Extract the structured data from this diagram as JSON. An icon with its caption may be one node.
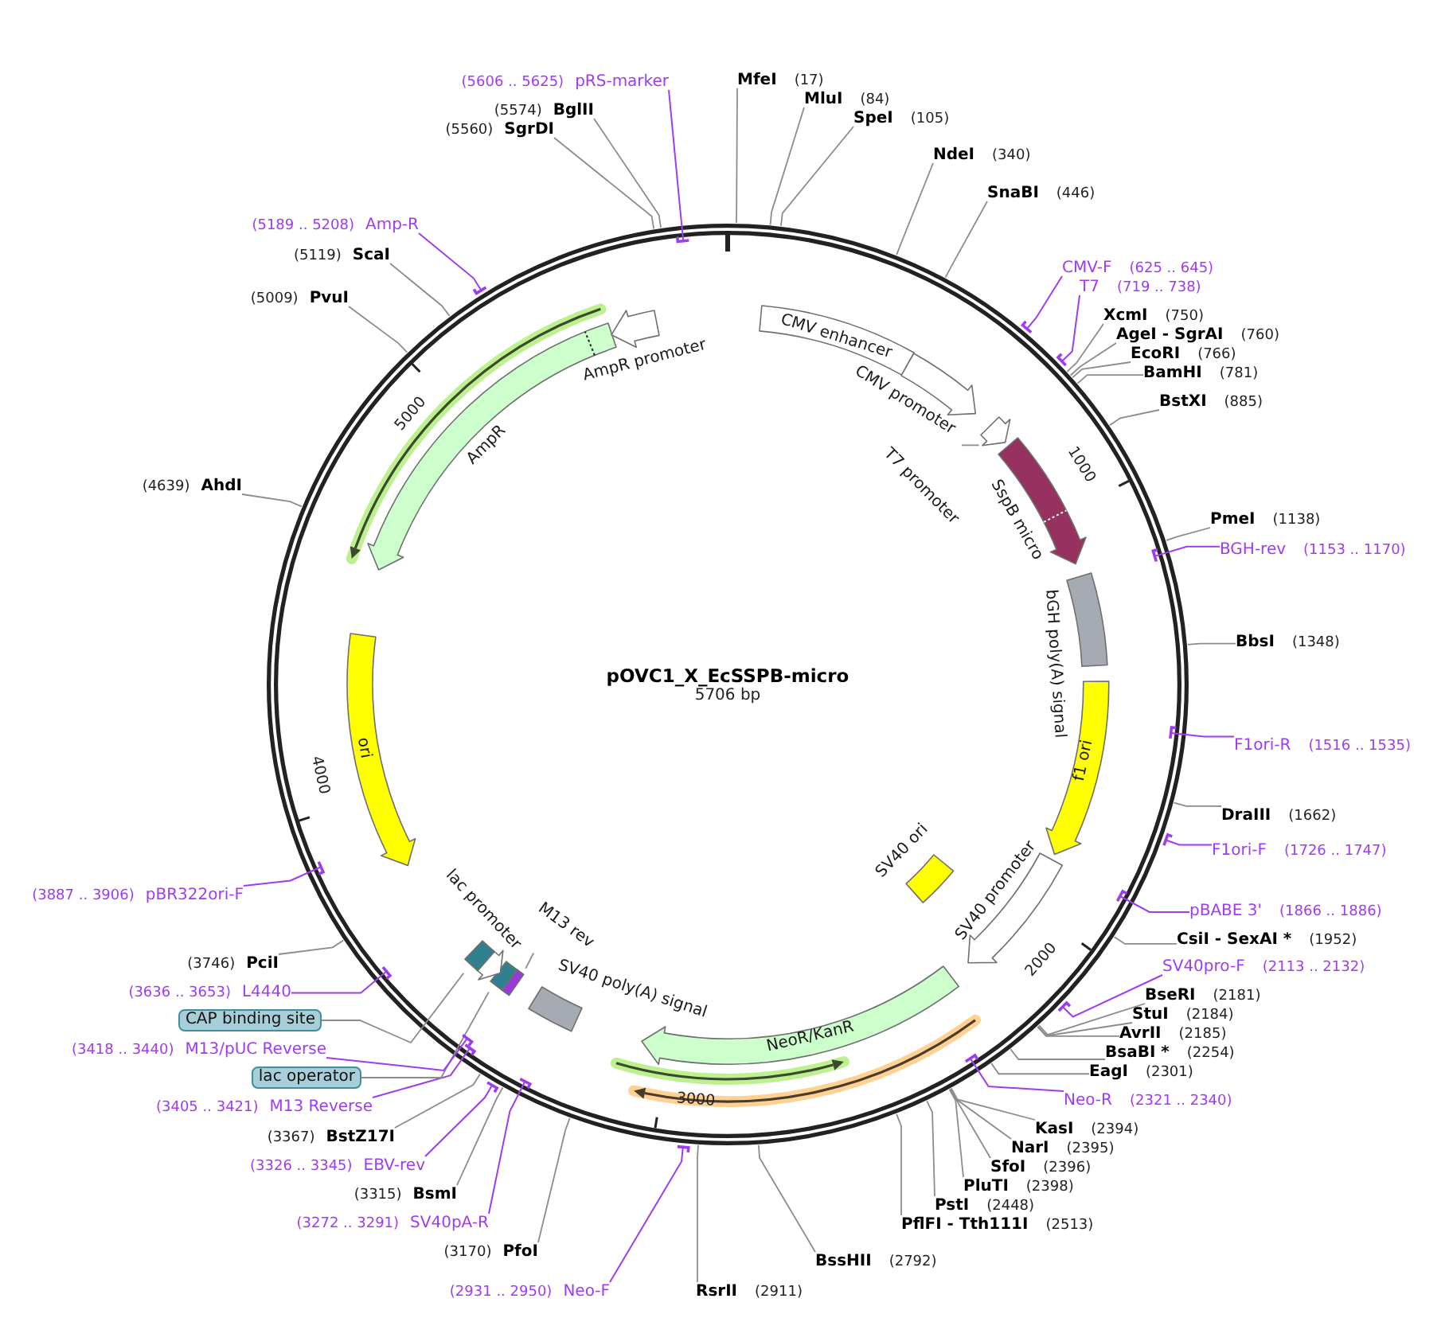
{
  "diagram": {
    "title": "pOVC1_X_EcSSPB-micro",
    "nodes": [
      {
        "text": [
          "CMV enhancer"
        ]
      },
      {
        "text": [],
        "shape": "arrow",
        "beside": [
          "CMV promoter"
        ]
      },
      {
        "text": [],
        "shape": "arrow"
      },
      {
        "text": [
          "T7 promoter"
        ]
      },
      {
        "text": [],
        "shape": "arrow",
        "beside": [
          "SspB micro"
        ]
      },
      {
        "text": [],
        "shape": "box",
        "beside": [
          "bGH poly(A) signal"
        ]
      },
      {
        "text": [
          "f1 ori"
        ]
      },
      {
        "text": [],
        "shape": "arrow",
        "beside": [
          "SV40 promoter"
        ]
      },
      {
        "text": [],
        "shape": "box",
        "beside": [
          "SV40 ori"
        ]
      },
      {
        "text": [
          "NeoR/KanR"
        ]
      },
      {
        "text": [],
        "shape": "box",
        "beside": [
          "SV40 poly(A) signal"
        ]
      },
      {
        "text": [],
        "shape": "box"
      },
      {
        "text": [
          "M13 rev"
        ]
      },
      {
        "text": [],
        "shape": "box"
      },
      {
        "text": [],
        "shape": "arrow"
      },
      {
        "text": [],
        "shape": "box"
      },
      {
        "text": [
          "ori"
        ]
      },
      {
        "text": [],
        "shape": "arrow",
        "beside": [
          "AmpR"
        ]
      },
      {
        "text": [],
        "shape": "arrow",
        "beside": [
          "AmpR promoter"
        ]
      },
      {
        "text": [
          "MfeI",
          "(17)"
        ]
      },
      {
        "text": [
          "MluI",
          "(84)"
        ]
      },
      {
        "text": [
          "SpeI",
          "(105)"
        ]
      },
      {
        "text": [
          "NdeI",
          "(340)"
        ]
      },
      {
        "text": [
          "SnaBI",
          "(446)"
        ]
      },
      {
        "text": [
          "CMV-F",
          "(625 .. 645)"
        ]
      },
      {
        "text": [
          "T7",
          "(719 .. 738)"
        ]
      },
      {
        "text": [
          "XcmI",
          "(750)"
        ]
      },
      {
        "text": [
          "AgeI - SgrAI",
          "(760)"
        ]
      },
      {
        "text": [
          "EcoRI",
          "(766)"
        ]
      },
      {
        "text": [
          "BamHI",
          "(781)"
        ]
      },
      {
        "text": [
          "BstXI",
          "(885)"
        ]
      },
      {
        "text": [
          "PmeI",
          "(1138)"
        ]
      },
      {
        "text": [
          "BGH-rev",
          "(1153 .. 1170)"
        ]
      },
      {
        "text": [
          "BbsI",
          "(1348)"
        ]
      },
      {
        "text": [
          "F1ori-R",
          "(1516 .. 1535)"
        ]
      },
      {
        "text": [
          "DraIII",
          "(1662)"
        ]
      },
      {
        "text": [
          "F1ori-F",
          "(1726 .. 1747)"
        ]
      },
      {
        "text": [
          "pBABE 3'",
          "(1866 .. 1886)"
        ]
      },
      {
        "text": [
          "CsiI - SexAI *",
          "(1952)"
        ]
      },
      {
        "text": [
          "SV40pro-F",
          "(2113 .. 2132)"
        ]
      },
      {
        "text": [
          "BseRI",
          "(2181)"
        ]
      },
      {
        "text": [
          "StuI",
          "(2184)"
        ]
      },
      {
        "text": [
          "AvrII",
          "(2185)"
        ]
      },
      {
        "text": [
          "BsaBI *",
          "(2254)"
        ]
      },
      {
        "text": [
          "EagI",
          "(2301)"
        ]
      },
      {
        "text": [
          "Neo-R",
          "(2321 .. 2340)"
        ]
      },
      {
        "text": [
          "KasI",
          "(2394)"
        ]
      },
      {
        "text": [
          "NarI",
          "(2395)"
        ]
      },
      {
        "text": [
          "SfoI",
          "(2396)"
        ]
      },
      {
        "text": [
          "PluTI",
          "(2398)"
        ]
      },
      {
        "text": [
          "PstI",
          "(2448)"
        ]
      },
      {
        "text": [
          "PflFI - Tth111I",
          "(2513)"
        ]
      },
      {
        "text": [
          "BssHII",
          "(2792)"
        ]
      },
      {
        "text": [
          "RsrII",
          "(2911)"
        ]
      },
      {
        "text": [
          "(2931 .. 2950)",
          "Neo-F"
        ]
      },
      {
        "text": [
          "(3170)",
          "PfoI"
        ]
      },
      {
        "text": [
          "(3272 .. 3291)",
          "SV40pA-R"
        ]
      },
      {
        "text": [
          "(3315)",
          "BsmI"
        ]
      },
      {
        "text": [
          "(3326 .. 3345)",
          "EBV-rev"
        ]
      },
      {
        "text": [
          "(3367)",
          "BstZ17I"
        ]
      },
      {
        "text": [
          "(3405 .. 3421)",
          "M13 Reverse"
        ]
      },
      {
        "text": [
          "lac operator"
        ]
      },
      {
        "text": [
          "(3418 .. 3440)",
          "M13/pUC Reverse"
        ]
      },
      {
        "text": [
          "CAP binding site"
        ]
      },
      {
        "text": [
          "(3636 .. 3653)",
          "L4440"
        ]
      },
      {
        "text": [
          "(3746)",
          "PciI"
        ]
      },
      {
        "text": [
          "(3887 .. 3906)",
          "pBR322ori-F"
        ]
      },
      {
        "text": [
          "(4639)",
          "AhdI"
        ]
      },
      {
        "text": [
          "(5009)",
          "PvuI"
        ]
      },
      {
        "text": [
          "(5119)",
          "ScaI"
        ]
      },
      {
        "text": [
          "(5189 .. 5208)",
          "Amp-R"
        ]
      },
      {
        "text": [
          "(5560)",
          "SgrDI"
        ]
      },
      {
        "text": [
          "(5574)",
          "BglII"
        ]
      },
      {
        "text": [
          "(5606 .. 5625)",
          "pRS-marker"
        ]
      }
    ],
    "edges": [
      {
        "from": 3,
        "to": 2,
        "arrow": "none"
      },
      {
        "from": 12,
        "to": 11,
        "arrow": "none"
      },
      {
        "from": 19,
        "to": null,
        "arrow": "none"
      },
      {
        "from": 20,
        "to": null,
        "arrow": "none"
      },
      {
        "from": 21,
        "to": null,
        "arrow": "none"
      },
      {
        "from": 22,
        "to": null,
        "arrow": "none"
      },
      {
        "from": 23,
        "to": null,
        "arrow": "none"
      },
      {
        "from": 24,
        "to": null,
        "arrow": "other",
        "color": "#a03cf0"
      },
      {
        "from": 25,
        "to": null,
        "arrow": "other",
        "color": "#a03cf0"
      },
      {
        "from": 26,
        "to": null,
        "arrow": "none"
      },
      {
        "from": 27,
        "to": null,
        "arrow": "none"
      },
      {
        "from": 28,
        "to": null,
        "arrow": "none"
      },
      {
        "from": 29,
        "to": null,
        "arrow": "none"
      },
      {
        "from": 30,
        "to": null,
        "arrow": "none"
      },
      {
        "from": 31,
        "to": null,
        "arrow": "none"
      },
      {
        "from": 32,
        "to": null,
        "arrow": "other",
        "color": "#a03cf0"
      },
      {
        "from": 33,
        "to": null,
        "arrow": "none"
      },
      {
        "from": 34,
        "to": null,
        "arrow": "other",
        "color": "#a03cf0"
      },
      {
        "from": 35,
        "to": null,
        "arrow": "none"
      },
      {
        "from": 36,
        "to": null,
        "arrow": "other",
        "color": "#a03cf0"
      },
      {
        "from": 37,
        "to": null,
        "arrow": "other",
        "color": "#a03cf0"
      },
      {
        "from": 38,
        "to": null,
        "arrow": "none"
      },
      {
        "from": 39,
        "to": null,
        "arrow": "other",
        "color": "#a03cf0"
      },
      {
        "from": 40,
        "to": null,
        "arrow": "none"
      },
      {
        "from": 41,
        "to": null,
        "arrow": "none"
      },
      {
        "from": 42,
        "to": null,
        "arrow": "none"
      },
      {
        "from": 43,
        "to": null,
        "arrow": "none"
      },
      {
        "from": 44,
        "to": null,
        "arrow": "none"
      },
      {
        "from": 45,
        "to": null,
        "arrow": "other",
        "color": "#a03cf0"
      },
      {
        "from": 46,
        "to": null,
        "arrow": "none"
      },
      {
        "from": 47,
        "to": null,
        "arrow": "none"
      },
      {
        "from": 48,
        "to": null,
        "arrow": "none"
      },
      {
        "from": 49,
        "to": null,
        "arrow": "none"
      },
      {
        "from": 50,
        "to": null,
        "arrow": "none"
      },
      {
        "from": 51,
        "to": null,
        "arrow": "none"
      },
      {
        "from": 52,
        "to": null,
        "arrow": "none"
      },
      {
        "from": 53,
        "to": null,
        "arrow": "none"
      },
      {
        "from": 54,
        "to": null,
        "arrow": "other",
        "color": "#a03cf0"
      },
      {
        "from": 55,
        "to": null,
        "arrow": "none"
      },
      {
        "from": 56,
        "to": null,
        "arrow": "other",
        "color": "#a03cf0"
      },
      {
        "from": 57,
        "to": null,
        "arrow": "none"
      },
      {
        "from": 58,
        "to": null,
        "arrow": "other",
        "color": "#a03cf0"
      },
      {
        "from": 59,
        "to": null,
        "arrow": "none"
      },
      {
        "from": 60,
        "to": null,
        "arrow": "other",
        "color": "#a03cf0"
      },
      {
        "from": 61,
        "to": 13,
        "arrow": "none"
      },
      {
        "from": 62,
        "to": null,
        "arrow": "other",
        "color": "#a03cf0"
      },
      {
        "from": 63,
        "to": 15,
        "arrow": "none"
      },
      {
        "from": 64,
        "to": null,
        "arrow": "other",
        "color": "#a03cf0"
      },
      {
        "from": 65,
        "to": null,
        "arrow": "none"
      },
      {
        "from": 66,
        "to": null,
        "arrow": "other",
        "color": "#a03cf0"
      },
      {
        "from": 67,
        "to": null,
        "arrow": "none"
      },
      {
        "from": 68,
        "to": null,
        "arrow": "none"
      },
      {
        "from": 69,
        "to": null,
        "arrow": "none"
      },
      {
        "from": 70,
        "to": null,
        "arrow": "other",
        "color": "#a03cf0"
      },
      {
        "from": 71,
        "to": null,
        "arrow": "none"
      },
      {
        "from": 72,
        "to": null,
        "arrow": "none"
      },
      {
        "from": 73,
        "to": null,
        "arrow": "other",
        "color": "#a03cf0"
      }
    ],
    "labels": [
      "5706 bp",
      "1000",
      "2000",
      "3000",
      "4000",
      "5000",
      "lac promoter"
    ]
  }
}
